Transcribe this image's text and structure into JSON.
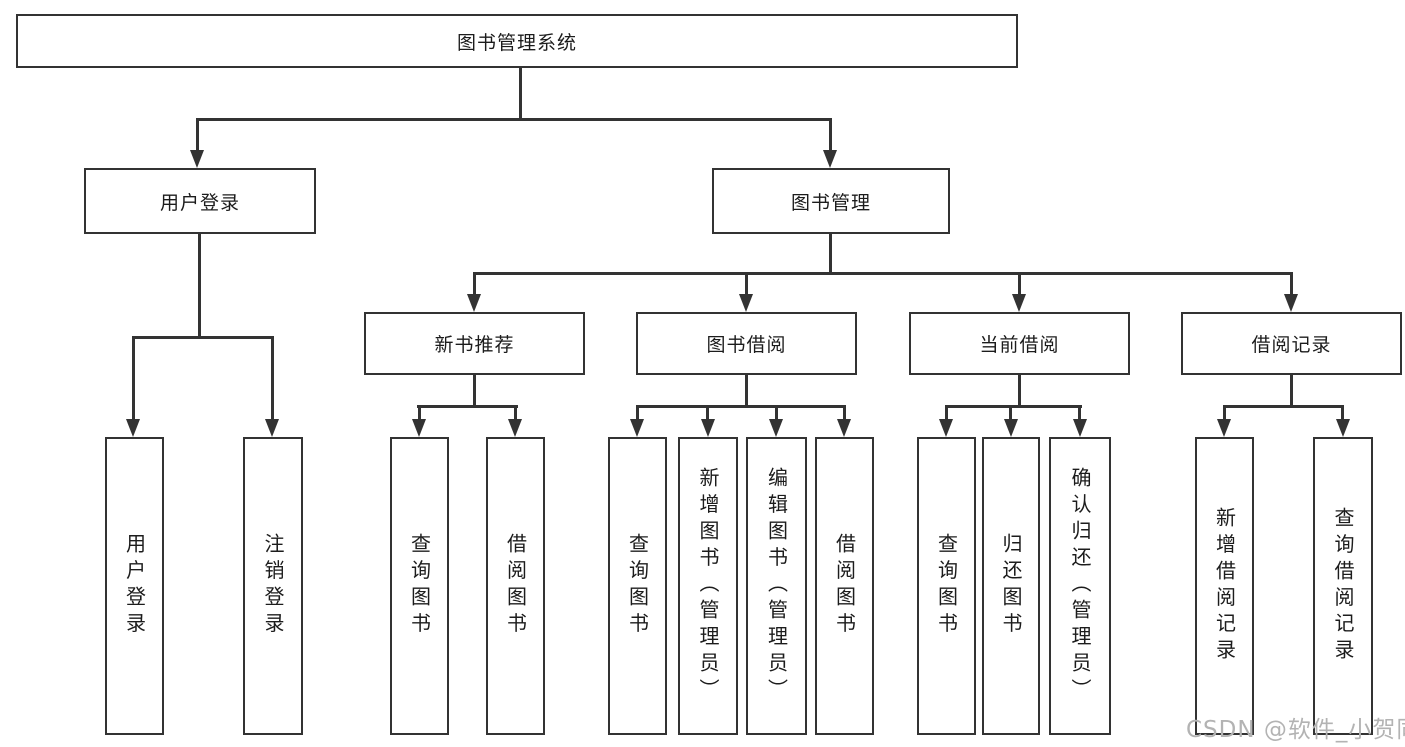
{
  "nodes": {
    "root": "图书管理系统",
    "login": "用户登录",
    "mgmt": "图书管理",
    "recommend": "新书推荐",
    "borrow": "图书借阅",
    "current": "当前借阅",
    "record": "借阅记录",
    "login_user": "用户登录",
    "login_logout": "注销登录",
    "rec_query": "查询图书",
    "rec_borrow": "借阅图书",
    "bor_query": "查询图书",
    "bor_add": "新增图书（管理员）",
    "bor_edit": "编辑图书（管理员）",
    "bor_borrow": "借阅图书",
    "cur_query": "查询图书",
    "cur_return": "归还图书",
    "cur_confirm": "确认归还（管理员）",
    "rcd_add": "新增借阅记录",
    "rcd_query": "查询借阅记录"
  },
  "watermark": {
    "text": "CSDN @软件_小贺同学"
  },
  "colors": {
    "line": "#333333",
    "text": "#1c1c1c",
    "watermark": "#b3b3b3",
    "background": "#ffffff"
  }
}
